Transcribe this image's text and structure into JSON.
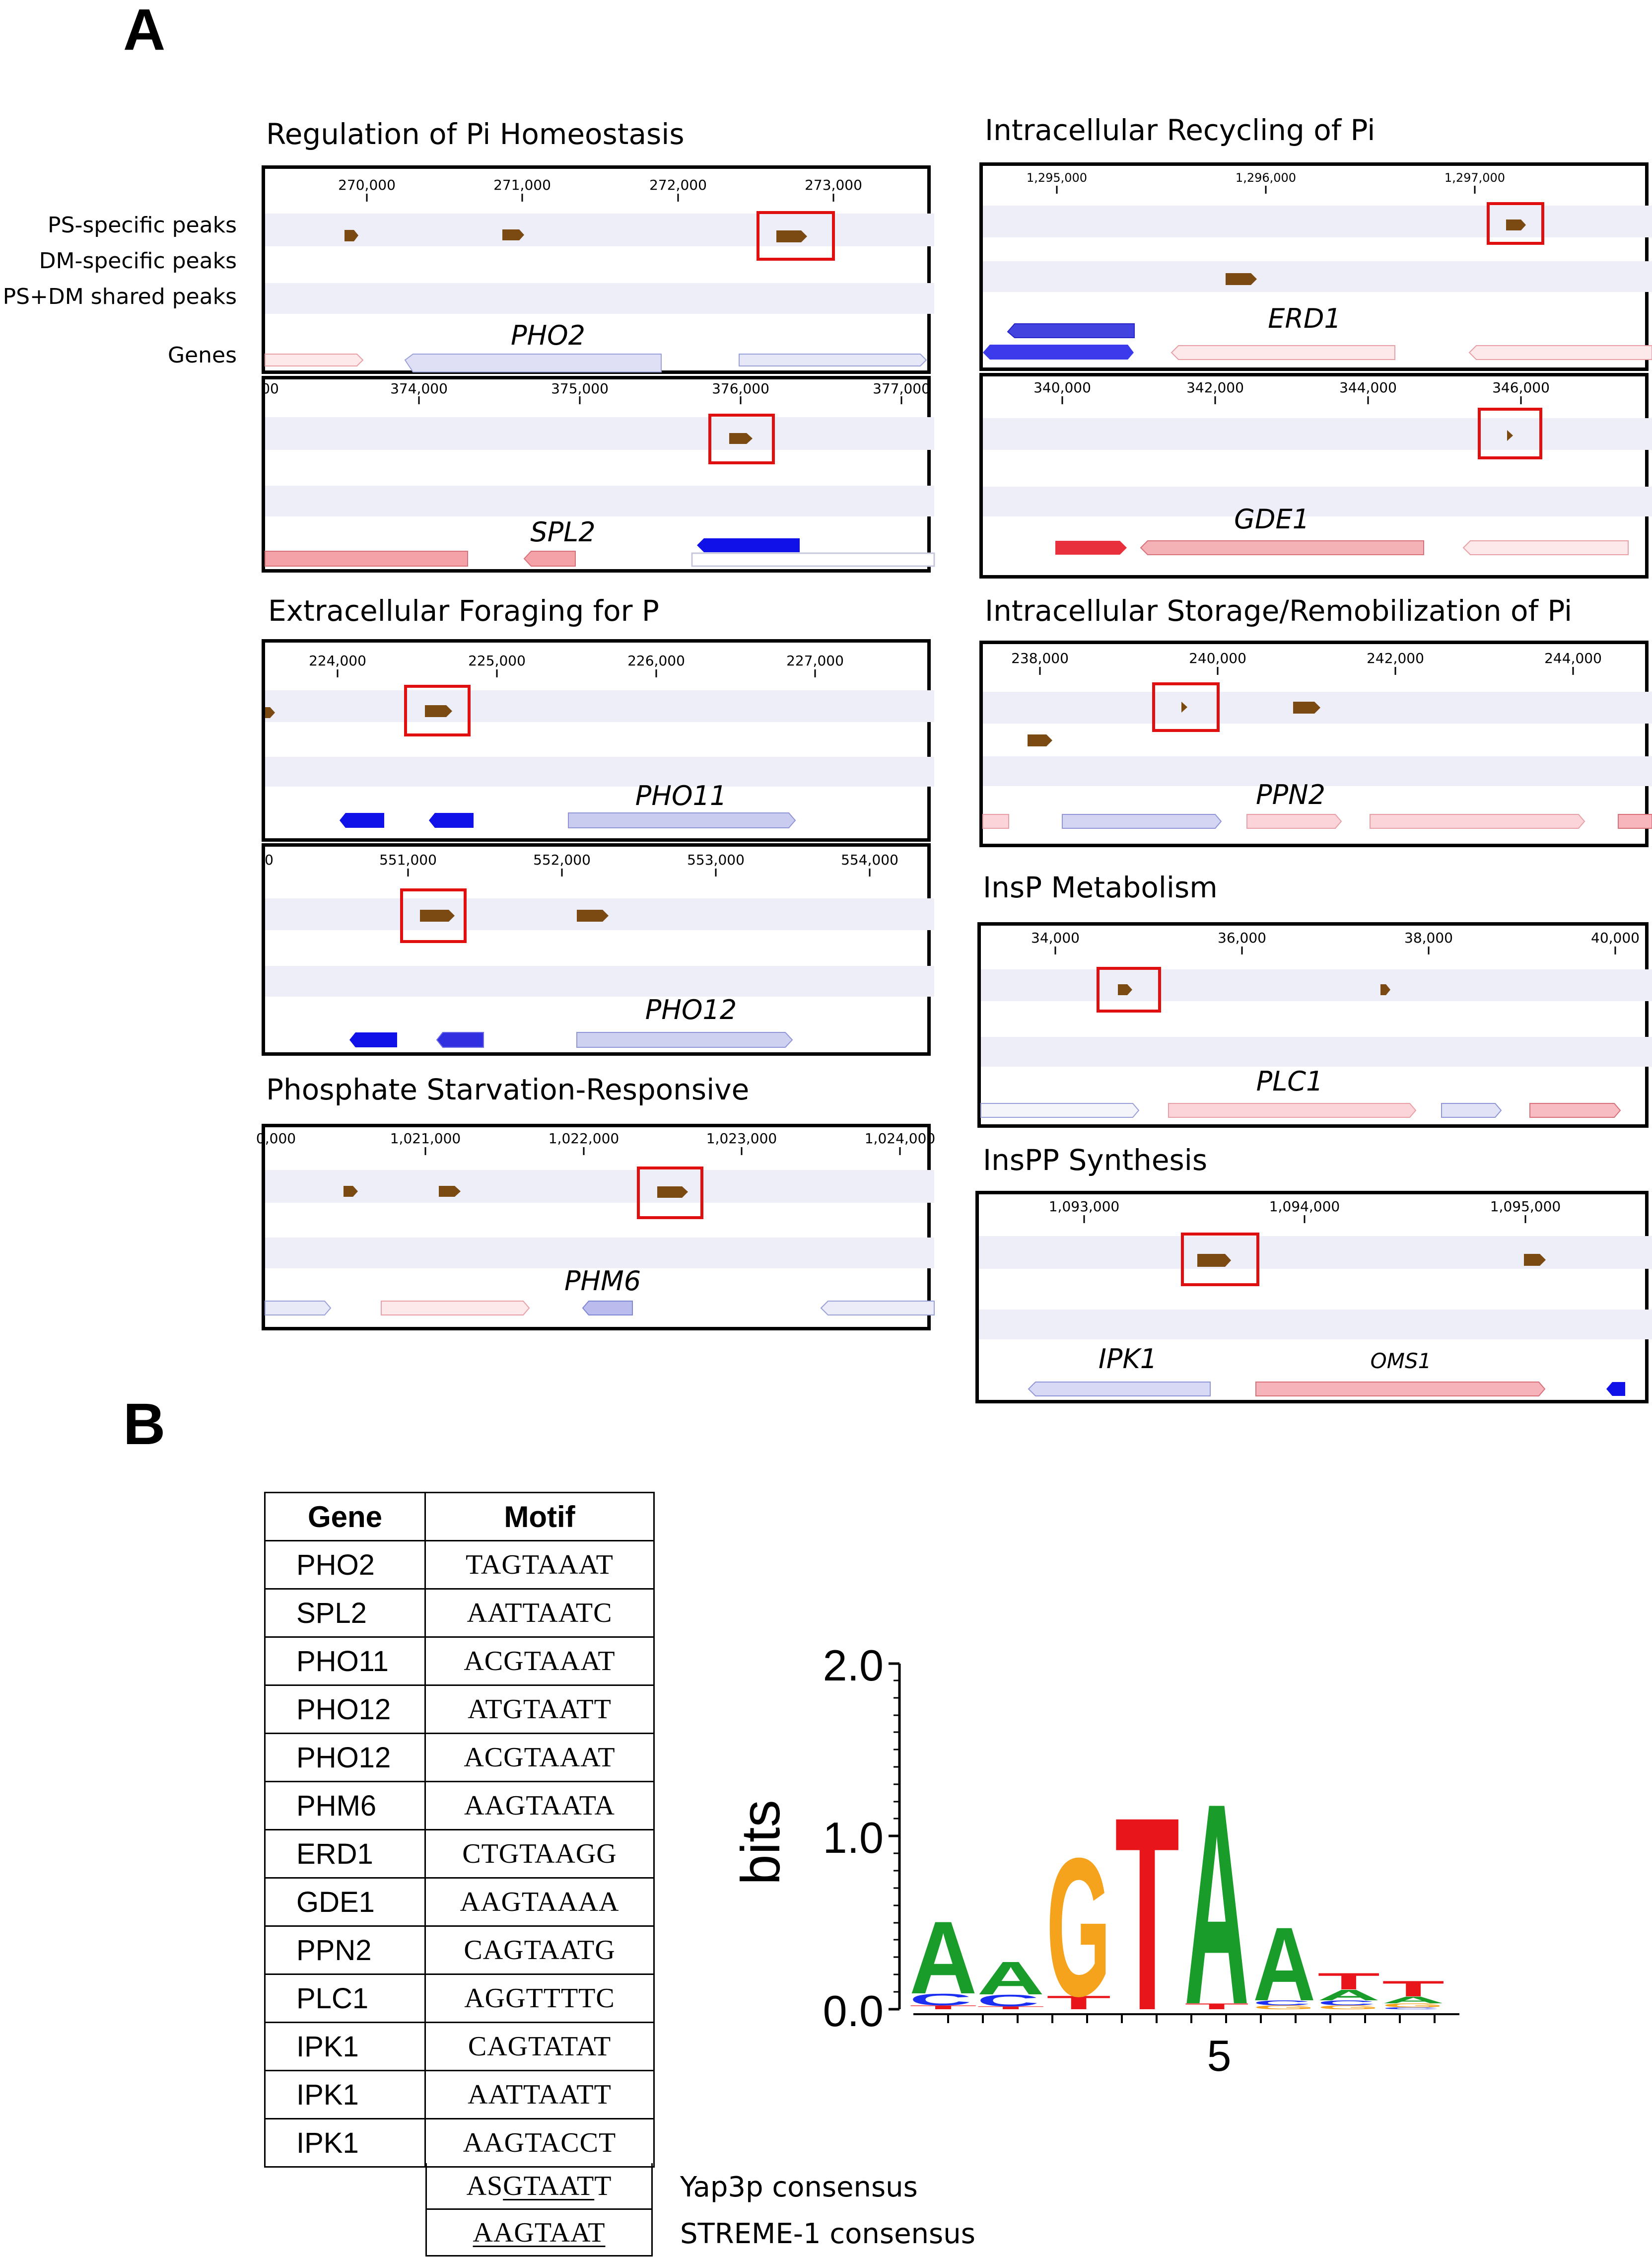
{
  "panelA": {
    "letter": "A",
    "track_labels": [
      "PS-specific peaks",
      "DM-specific peaks",
      "PS+DM shared peaks",
      "Genes"
    ],
    "categories": [
      "Regulation of Pi Homeostasis",
      "Intracellular Recycling of Pi",
      "Extracellular Foraging for P",
      "Intracellular Storage/Remobilization of Pi",
      "Phosphate Starvation-Responsive",
      "InsP Metabolism",
      "InsPP Synthesis"
    ],
    "browsers": [
      {
        "id": "pho2",
        "ticks": [
          "270,000",
          "271,000",
          "272,000",
          "273,000"
        ],
        "gene": "PHO2",
        "italic": true
      },
      {
        "id": "spl2",
        "ticks": [
          "00",
          "374,000",
          "375,000",
          "376,000",
          "377,000"
        ],
        "gene": "SPL2",
        "italic": true
      },
      {
        "id": "pho11",
        "ticks": [
          "224,000",
          "225,000",
          "226,000",
          "227,000"
        ],
        "gene": "PHO11",
        "italic": true
      },
      {
        "id": "pho12",
        "ticks": [
          "0",
          "551,000",
          "552,000",
          "553,000",
          "554,000"
        ],
        "gene": "PHO12",
        "italic": true
      },
      {
        "id": "phm6",
        "ticks": [
          "0,000",
          "1,021,000",
          "1,022,000",
          "1,023,000",
          "1,024,000"
        ],
        "gene": "PHM6",
        "italic": true
      },
      {
        "id": "erd1",
        "ticks": [
          "1,295,000",
          "1,296,000",
          "1,297,000"
        ],
        "gene": "ERD1",
        "italic": true
      },
      {
        "id": "gde1",
        "ticks": [
          "340,000",
          "342,000",
          "344,000",
          "346,000"
        ],
        "gene": "GDE1",
        "italic": true
      },
      {
        "id": "ppn2",
        "ticks": [
          "238,000",
          "240,000",
          "242,000",
          "244,000"
        ],
        "gene": "PPN2",
        "italic": true
      },
      {
        "id": "plc1",
        "ticks": [
          "34,000",
          "36,000",
          "38,000",
          "40,000"
        ],
        "gene": "PLC1",
        "italic": true
      },
      {
        "id": "ipk1",
        "ticks": [
          "1,093,000",
          "1,094,000",
          "1,095,000"
        ],
        "gene": "IPK1",
        "gene2": "OMS1",
        "italic": true
      }
    ]
  },
  "panelB": {
    "letter": "B",
    "table": {
      "headers": [
        "Gene",
        "Motif"
      ],
      "rows": [
        [
          "PHO2",
          "TAGTAAAT"
        ],
        [
          "SPL2",
          "AATTAATC"
        ],
        [
          "PHO11",
          "ACGTAAAT"
        ],
        [
          "PHO12",
          "ATGTAATT"
        ],
        [
          "PHO12",
          "ACGTAAAT"
        ],
        [
          "PHM6",
          "AAGTAATA"
        ],
        [
          "ERD1",
          "CTGTAAGG"
        ],
        [
          "GDE1",
          "AAGTAAAA"
        ],
        [
          "PPN2",
          "CAGTAATG"
        ],
        [
          "PLC1",
          "AGGTTTTC"
        ],
        [
          "IPK1",
          "CAGTATAT"
        ],
        [
          "IPK1",
          "AATTAATT"
        ],
        [
          "IPK1",
          "AAGTACCT"
        ]
      ],
      "consensus": [
        {
          "prefix": "AS",
          "underlined": "GTAAT",
          "suffix": "T",
          "label": "Yap3p consensus"
        },
        {
          "prefix": "",
          "underlined": "AAGTAAT",
          "suffix": "",
          "label": "STREME-1 consensus"
        }
      ]
    },
    "logo": {
      "ylabel": "bits",
      "yticks": [
        "0.0",
        "1.0",
        "2.0"
      ],
      "xtick_label": "5",
      "colors": {
        "A": "#1a9c2a",
        "C": "#1a2ff2",
        "G": "#f5a21c",
        "T": "#e8151b"
      }
    }
  }
}
